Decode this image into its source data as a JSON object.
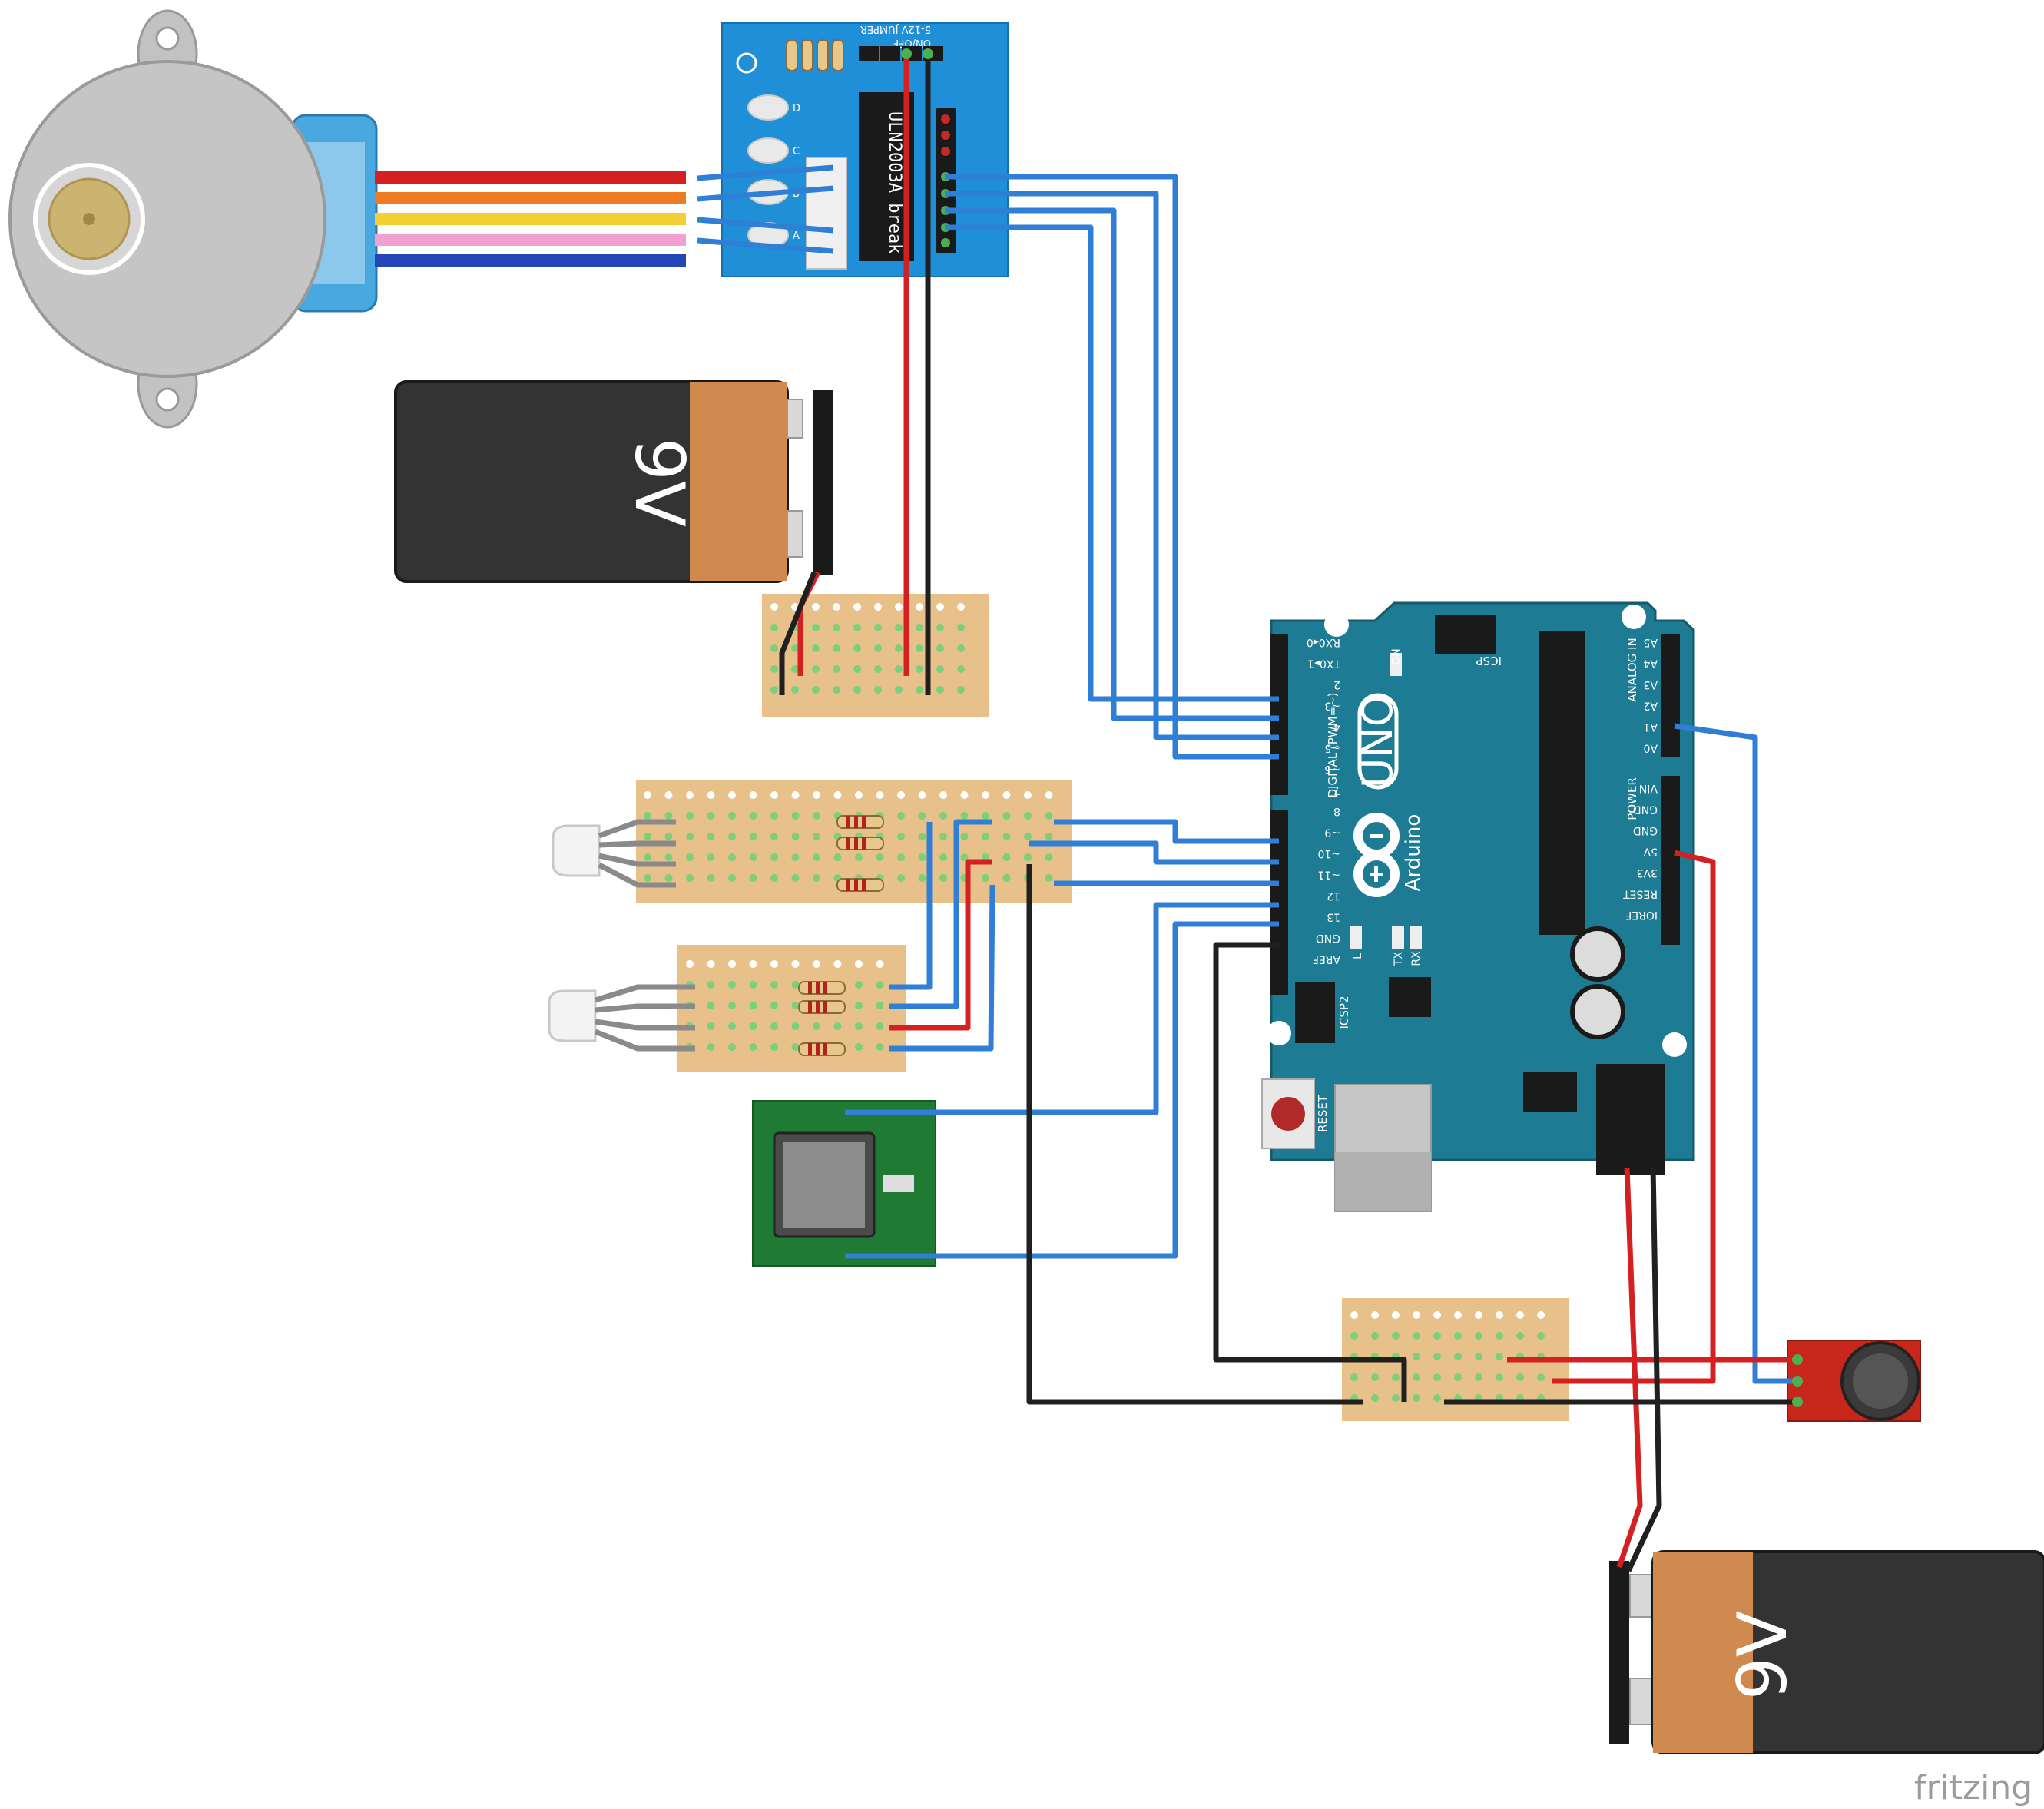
{
  "battery_top": {
    "label": "9V"
  },
  "battery_bottom": {
    "label": "9V"
  },
  "driver": {
    "chip_label": "ULN2003A break",
    "jumper_label": "5-12V JUMPER",
    "onoff_label": "ON/OFF",
    "pin_marks": "- +",
    "led_letters": [
      "D",
      "C",
      "B",
      "A"
    ]
  },
  "arduino": {
    "brand": "Arduino",
    "model": "UNO",
    "digital_label": "DIGITAL (PWM=~)",
    "analog_label": "ANALOG IN",
    "power_label": "POWER",
    "icsp_label": "ICSP",
    "icsp2_label": "ICSP2",
    "reset_label": "RESET",
    "on_label": "ON",
    "l_label": "L",
    "tx_label": "TX",
    "rx_label": "RX",
    "digital_pins": [
      "RX0◂0",
      "TX0▸1",
      "2",
      "~3",
      "4",
      "~5",
      "~6",
      "7",
      "8",
      "~9",
      "~10",
      "~11",
      "12",
      "13",
      "GND",
      "AREF"
    ],
    "analog_pins": [
      "A5",
      "A4",
      "A3",
      "A2",
      "A1",
      "A0"
    ],
    "power_pins": [
      "VIN",
      "GND",
      "GND",
      "5V",
      "3V3",
      "RESET",
      "IOREF"
    ]
  },
  "watermark": "fritzing",
  "colors": {
    "wire_blue": "#2f7fd6",
    "wire_red": "#d42020",
    "wire_black": "#202020",
    "arduino_teal": "#1d7b93",
    "driver_blue": "#1f8fd8",
    "stripboard": "#e8c08a",
    "sensor_green": "#1f7a33",
    "mic_red": "#c6271a"
  }
}
